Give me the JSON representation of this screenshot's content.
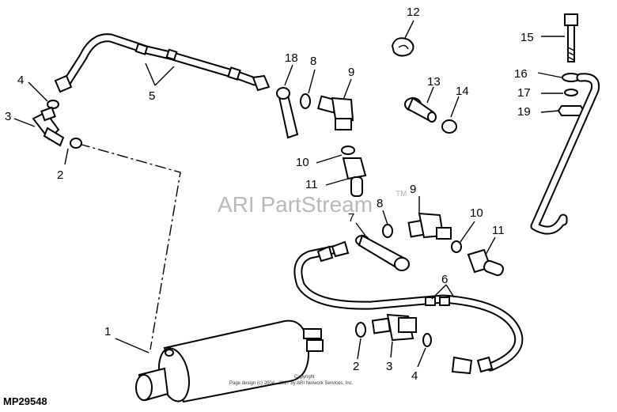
{
  "callouts": {
    "c1": "1",
    "c2a": "2",
    "c2b": "2",
    "c3a": "3",
    "c3b": "3",
    "c4a": "4",
    "c4b": "4",
    "c5": "5",
    "c6": "6",
    "c7": "7",
    "c8a": "8",
    "c8b": "8",
    "c9a": "9",
    "c9b": "9",
    "c10a": "10",
    "c10b": "10",
    "c11a": "11",
    "c11b": "11",
    "c12": "12",
    "c13": "13",
    "c14": "14",
    "c15": "15",
    "c16": "16",
    "c17": "17",
    "c18": "18",
    "c19": "19"
  },
  "watermark": {
    "text": "ARI PartStream",
    "trademark": "TM"
  },
  "copyright": {
    "line1": "Copyright",
    "line2": "Page design (c) 2004 - 2017 by ARI Network Services, Inc."
  },
  "diagram_code": "MP29548"
}
